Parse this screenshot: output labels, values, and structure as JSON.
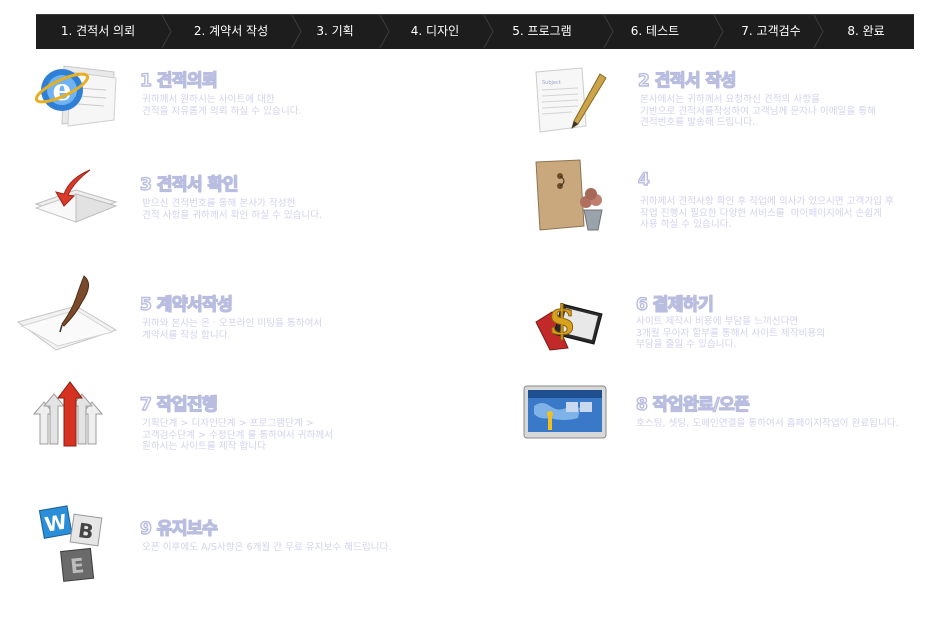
{
  "steps": [
    {
      "label": "1. 견적서 의뢰"
    },
    {
      "label": "2. 계약서 작성"
    },
    {
      "label": "3. 기획"
    },
    {
      "label": "4. 디자인"
    },
    {
      "label": "5. 프로그램"
    },
    {
      "label": "6. 테스트"
    },
    {
      "label": "7. 고객검수"
    },
    {
      "label": "8. 완료"
    }
  ],
  "items": [
    {
      "title": "1 견적의뢰",
      "desc": "귀하께서 원하시는 사이트에 대한\n견적을 자유롭게 의뢰 하실 수 있습니다.",
      "icon": "internet-explorer-icon"
    },
    {
      "title": "2 견적서 작성",
      "desc": "본사에서는 귀하께서 요청하신 견적의 사항을\n기반으로 견적서를작성하여 고객님께 문자나 이메일을 통해\n견적번호를 발송해 드립니다.",
      "icon": "document-pen-icon"
    },
    {
      "title": "3 견적서 확인",
      "desc": "받으신 견적번호를 통해 본사가 작성한\n견적 사항을 귀하께서 확인 하실 수 있습니다.",
      "icon": "open-book-arrow-icon"
    },
    {
      "title": "4",
      "desc": "귀하께서 견적사항 확인 후 작업에 의사가 있으시면 고객가입 후\n작업 진행시 필요한 다양한 서비스를  마이페이지에서 손쉽게\n사용 하실 수 있습니다.",
      "icon": "envelope-flowers-icon"
    },
    {
      "title": "5 계약서작성",
      "desc": "귀하와 본사는 온 · 오프라인 미팅을 통하여서\n계약서를 작성 합니다.",
      "icon": "quill-paper-icon"
    },
    {
      "title": "6 결제하기",
      "desc": "사이트 제작시 비용에 부담을 느끼신다면\n3개월 무이자 할부를 통해서 사이트 제작비용의\n부담을 줄일 수 있습니다.",
      "icon": "dollar-payment-icon"
    },
    {
      "title": "7 작업진행",
      "desc": "기획단계 > 디자인단계 > 프로그램단계 >\n고객검수단계 > 수정단계 를 통하여서 귀하께서\n원하시는 사이트를 제작 합니다",
      "icon": "progress-arrows-icon"
    },
    {
      "title": "8 작업완료/오픈",
      "desc": "호스팅, 셋팅, 도메인연결을 통하여서 홈페이지작업이 완료됩니다.",
      "icon": "website-screen-icon"
    },
    {
      "title": "9 유지보수",
      "desc": "오픈 이후에도 A/S사항은 6개월 간 무료 유지보수 해드립니다.",
      "icon": "web-blocks-icon"
    }
  ]
}
